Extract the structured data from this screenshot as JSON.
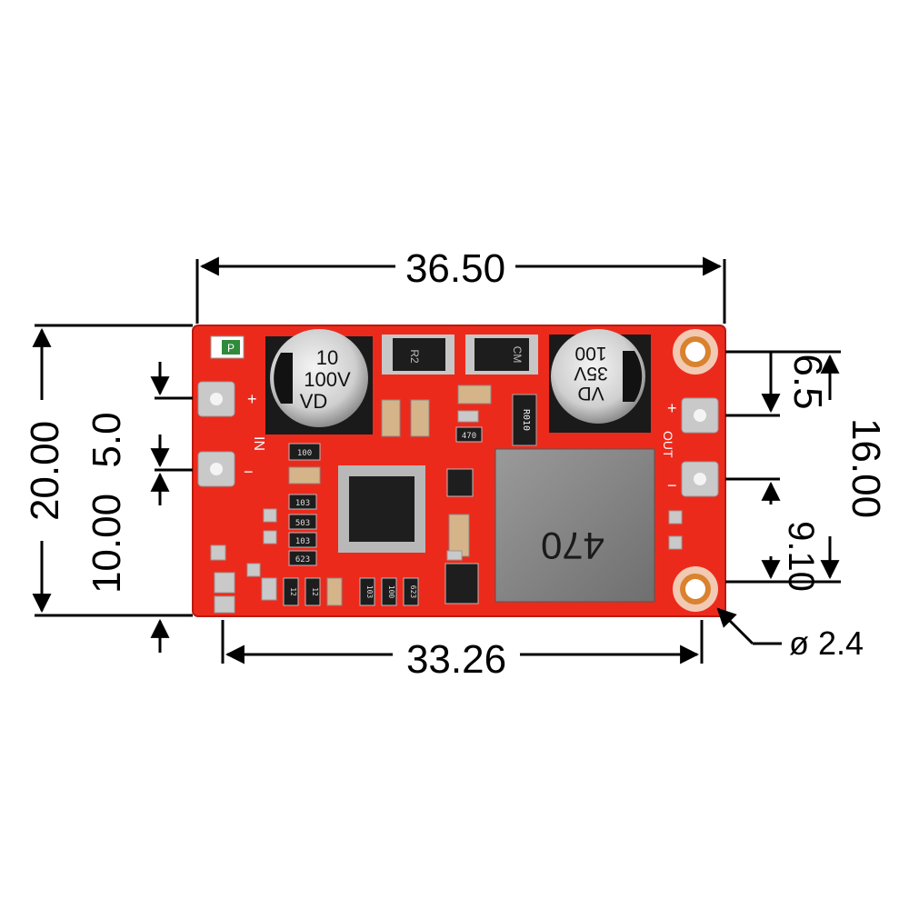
{
  "dimensions": {
    "board_width": "36.50",
    "board_height": "20.00",
    "inner_height": "10.00",
    "pin_spacing": "5.0",
    "hole_spacing": "33.26",
    "right_top_offset": "6.5",
    "right_span": "16.00",
    "right_lower": "9.10",
    "hole_diameter": "ø 2.4"
  },
  "board": {
    "color": "#ec2a1c",
    "silk_p": "P",
    "in_label": "IN",
    "in_plus": "+",
    "in_minus": "−",
    "out_label": "OUT",
    "out_plus": "+",
    "out_minus": "−"
  },
  "cap_left": {
    "line1": "10",
    "line2": "100V",
    "line3": "VD"
  },
  "cap_right": {
    "line1": "VD",
    "line2": "35V",
    "line3": "100"
  },
  "inductor": {
    "label": "470"
  },
  "diode_left": {
    "label": "R2"
  },
  "diode_right": {
    "label": "CM"
  },
  "shunt": {
    "label": "R010"
  },
  "resistors": {
    "r100": "100",
    "r470": "470",
    "r103a": "103",
    "r503": "503",
    "r103b": "103",
    "r623": "623",
    "b1": "12",
    "b2": "12",
    "b3": "103",
    "b4": "100",
    "b5": "623"
  }
}
